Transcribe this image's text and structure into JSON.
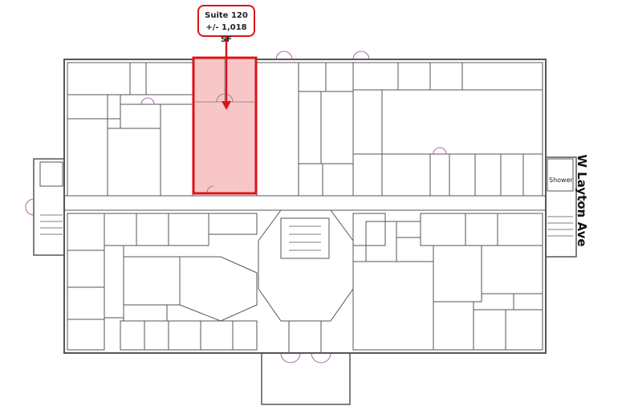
{
  "callout": {
    "suite": "Suite 120",
    "area": "+/- 1,018 SF"
  },
  "street_label": "W Layton Ave",
  "room_labels": {
    "shower": "Shower"
  },
  "colors": {
    "highlight_fill": "#f8c6c6",
    "highlight_stroke": "#d9141b",
    "walls": "#555555",
    "labels": "#3a6fb0"
  }
}
